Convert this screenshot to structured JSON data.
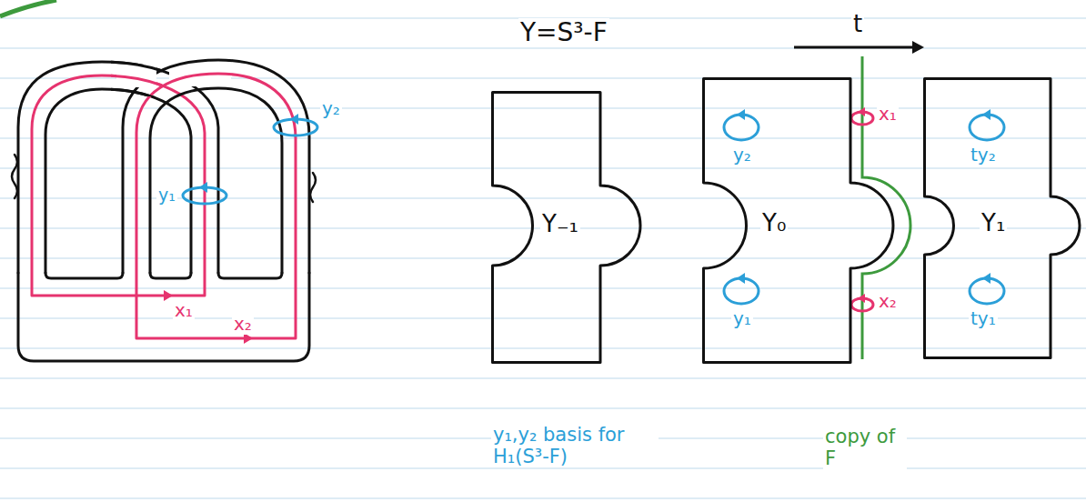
{
  "diagram": {
    "title": "Y=S³-F",
    "nodes": [
      {
        "text": [
          "Y₋₁"
        ]
      },
      {
        "text": [
          "y₂",
          "Y₀",
          "y₁"
        ]
      },
      {
        "text": [
          "ty₂",
          "Y₁",
          "ty₁"
        ]
      }
    ],
    "labels": [
      "x₁",
      "x₂",
      "y₁",
      "y₂",
      "t",
      "x₁",
      "x₂",
      "y₁,y₂ basis for H₁(S³-F)",
      "copy of F"
    ]
  }
}
